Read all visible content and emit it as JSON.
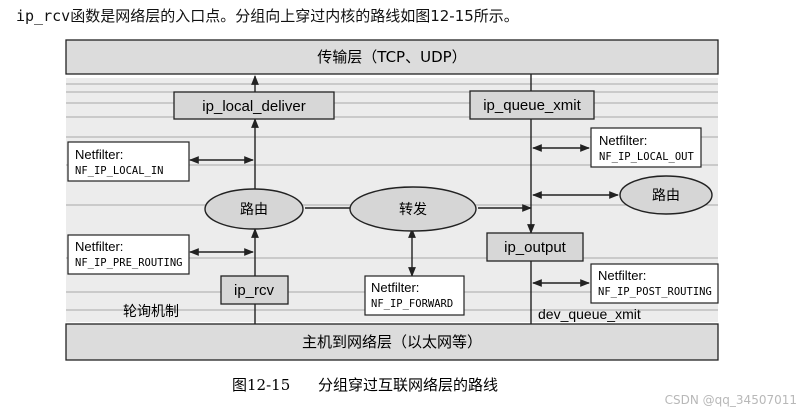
{
  "intro": {
    "code": "ip_rcv",
    "text": "函数是网络层的入口点。分组向上穿过内核的路线如图12-15所示。"
  },
  "layers": {
    "transport": "传输层（TCP、UDP）",
    "host": "主机到网络层（以太网等）"
  },
  "functions": {
    "ip_local_deliver": "ip_local_deliver",
    "ip_queue_xmit": "ip_queue_xmit",
    "ip_output": "ip_output",
    "ip_rcv": "ip_rcv"
  },
  "nodes": {
    "route_left": "路由",
    "forward": "转发",
    "route_right": "路由"
  },
  "netfilter": {
    "title": "Netfilter:",
    "local_in": "NF_IP_LOCAL_IN",
    "pre_routing": "NF_IP_PRE_ROUTING",
    "forward": "NF_IP_FORWARD",
    "local_out": "NF_IP_LOCAL_OUT",
    "post_routing": "NF_IP_POST_ROUTING"
  },
  "labels": {
    "polling": "轮询机制",
    "dev_queue_xmit": "dev_queue_xmit"
  },
  "caption": {
    "figure": "图12-15",
    "title": "分组穿过互联网络层的路线"
  },
  "watermark": "CSDN @qq_34507011"
}
